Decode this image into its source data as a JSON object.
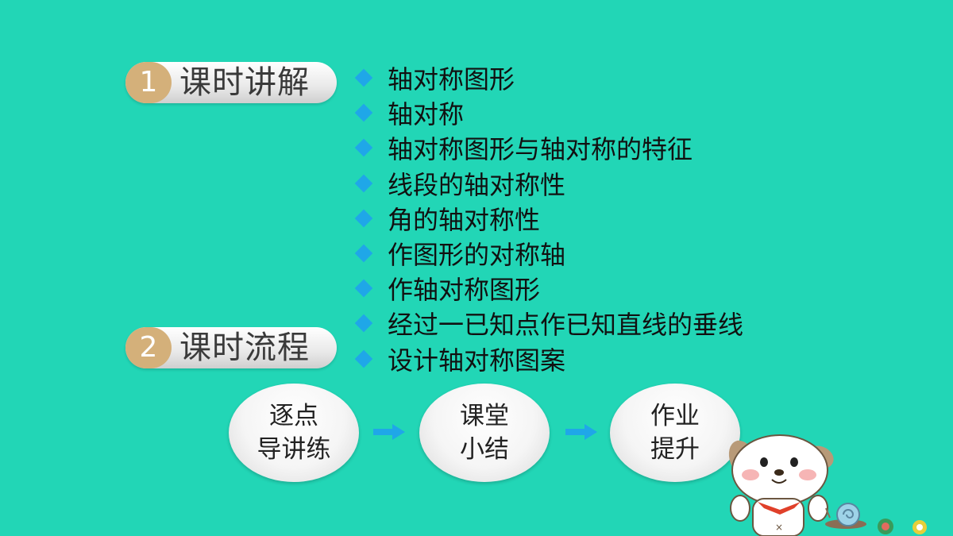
{
  "sections": [
    {
      "number": "1",
      "title": "课时讲解"
    },
    {
      "number": "2",
      "title": "课时流程"
    }
  ],
  "topics": [
    "轴对称图形",
    "轴对称",
    "轴对称图形与轴对称的特征",
    "线段的轴对称性",
    "角的轴对称性",
    "作图形的对称轴",
    "作轴对称图形",
    "经过一已知点作已知直线的垂线",
    "设计轴对称图案"
  ],
  "flow": [
    {
      "line1": "逐点",
      "line2": "导讲练"
    },
    {
      "line1": "课堂",
      "line2": "小结"
    },
    {
      "line1": "作业",
      "line2": "提升"
    }
  ],
  "colors": {
    "background": "#22d6b6",
    "badge": "#d4b07a",
    "bullet": "#1fa7e8",
    "arrow": "#1fa7e8"
  },
  "icons": {
    "bullet": "diamond-bullet-icon",
    "arrow": "right-arrow-icon",
    "mascot": "cartoon-dog-mascot"
  }
}
